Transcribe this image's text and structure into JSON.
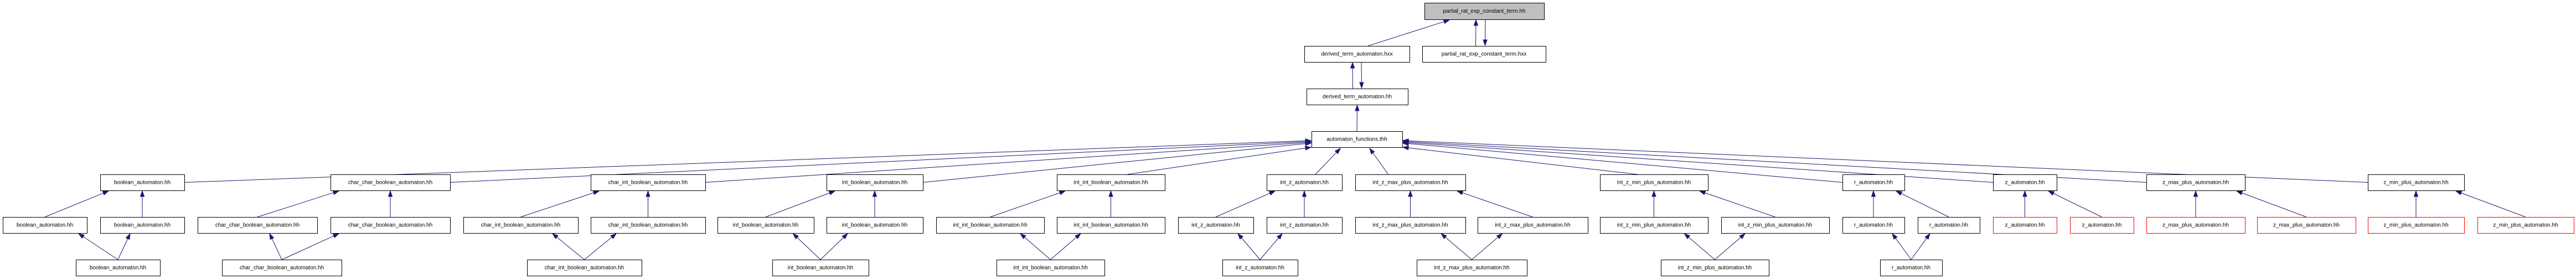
{
  "title": "partial_rat_exp_constant_term.hh include dependency graph",
  "colors": {
    "edge": "#191970",
    "root_fill": "#bfbfbf",
    "node_border": "#000000",
    "missing_border": "#ff0000"
  },
  "nodes": [
    {
      "id": "root",
      "label": "partial_rat_exp_constant_term.hh",
      "style": "root"
    },
    {
      "id": "dta_hxx",
      "label": "derived_term_automaton.hxx",
      "style": "normal"
    },
    {
      "id": "prect_hxx",
      "label": "partial_rat_exp_constant_term.hxx",
      "style": "normal"
    },
    {
      "id": "dta_hh",
      "label": "derived_term_automaton.hh",
      "style": "normal"
    },
    {
      "id": "af",
      "label": "automaton_functions.thh",
      "style": "normal"
    },
    {
      "id": "b1",
      "label": "boolean_automaton.hh",
      "style": "normal"
    },
    {
      "id": "b2a",
      "label": "boolean_automaton.hh",
      "style": "normal"
    },
    {
      "id": "b2b",
      "label": "boolean_automaton.hh",
      "style": "normal"
    },
    {
      "id": "b3",
      "label": "boolean_automaton.hh",
      "style": "normal"
    },
    {
      "id": "ccb1",
      "label": "char_char_boolean_automaton.hh",
      "style": "normal"
    },
    {
      "id": "ccb2a",
      "label": "char_char_boolean_automaton.hh",
      "style": "normal"
    },
    {
      "id": "ccb2b",
      "label": "char_char_boolean_automaton.hh",
      "style": "normal"
    },
    {
      "id": "ccb3",
      "label": "char_char_boolean_automaton.hh",
      "style": "normal"
    },
    {
      "id": "cib1",
      "label": "char_int_boolean_automaton.hh",
      "style": "normal"
    },
    {
      "id": "cib2a",
      "label": "char_int_boolean_automaton.hh",
      "style": "normal"
    },
    {
      "id": "cib2b",
      "label": "char_int_boolean_automaton.hh",
      "style": "normal"
    },
    {
      "id": "cib3",
      "label": "char_int_boolean_automaton.hh",
      "style": "normal"
    },
    {
      "id": "ib1",
      "label": "int_boolean_automaton.hh",
      "style": "normal"
    },
    {
      "id": "ib2a",
      "label": "int_boolean_automaton.hh",
      "style": "normal"
    },
    {
      "id": "ib2b",
      "label": "int_boolean_automaton.hh",
      "style": "normal"
    },
    {
      "id": "ib3",
      "label": "int_boolean_automaton.hh",
      "style": "normal"
    },
    {
      "id": "iib1",
      "label": "int_int_boolean_automaton.hh",
      "style": "normal"
    },
    {
      "id": "iib2a",
      "label": "int_int_boolean_automaton.hh",
      "style": "normal"
    },
    {
      "id": "iib2b",
      "label": "int_int_boolean_automaton.hh",
      "style": "normal"
    },
    {
      "id": "iib3",
      "label": "int_int_boolean_automaton.hh",
      "style": "normal"
    },
    {
      "id": "iz1",
      "label": "int_z_automaton.hh",
      "style": "normal"
    },
    {
      "id": "iz2a",
      "label": "int_z_automaton.hh",
      "style": "normal"
    },
    {
      "id": "iz2b",
      "label": "int_z_automaton.hh",
      "style": "normal"
    },
    {
      "id": "iz3",
      "label": "int_z_automaton.hh",
      "style": "normal"
    },
    {
      "id": "izmax1",
      "label": "int_z_max_plus_automaton.hh",
      "style": "normal"
    },
    {
      "id": "izmax2a",
      "label": "int_z_max_plus_automaton.hh",
      "style": "normal"
    },
    {
      "id": "izmax2b",
      "label": "int_z_max_plus_automaton.hh",
      "style": "normal"
    },
    {
      "id": "izmax3",
      "label": "int_z_max_plus_automaton.hh",
      "style": "normal"
    },
    {
      "id": "izmin1",
      "label": "int_z_min_plus_automaton.hh",
      "style": "normal"
    },
    {
      "id": "izmin2a",
      "label": "int_z_min_plus_automaton.hh",
      "style": "normal"
    },
    {
      "id": "izmin2b",
      "label": "int_z_min_plus_automaton.hh",
      "style": "normal"
    },
    {
      "id": "izmin3",
      "label": "int_z_min_plus_automaton.hh",
      "style": "normal"
    },
    {
      "id": "r1",
      "label": "r_automaton.hh",
      "style": "normal"
    },
    {
      "id": "r2a",
      "label": "r_automaton.hh",
      "style": "normal"
    },
    {
      "id": "r2b",
      "label": "r_automaton.hh",
      "style": "normal"
    },
    {
      "id": "r3",
      "label": "r_automaton.hh",
      "style": "normal"
    },
    {
      "id": "z1",
      "label": "z_automaton.hh",
      "style": "normal"
    },
    {
      "id": "z2a",
      "label": "z_automaton.hh",
      "style": "missing"
    },
    {
      "id": "z2b",
      "label": "z_automaton.hh",
      "style": "missing"
    },
    {
      "id": "zmax1",
      "label": "z_max_plus_automaton.hh",
      "style": "normal"
    },
    {
      "id": "zmax2a",
      "label": "z_max_plus_automaton.hh",
      "style": "missing"
    },
    {
      "id": "zmax2b",
      "label": "z_max_plus_automaton.hh",
      "style": "missing"
    },
    {
      "id": "zmin1",
      "label": "z_min_plus_automaton.hh",
      "style": "normal"
    },
    {
      "id": "zmin2a",
      "label": "z_min_plus_automaton.hh",
      "style": "missing"
    },
    {
      "id": "zmin2b",
      "label": "z_min_plus_automaton.hh",
      "style": "missing"
    }
  ],
  "edges": [
    {
      "from": "dta_hxx",
      "to": "root"
    },
    {
      "from": "prect_hxx",
      "to": "root"
    },
    {
      "from": "root",
      "to": "prect_hxx"
    },
    {
      "from": "dta_hh",
      "to": "dta_hxx"
    },
    {
      "from": "dta_hxx",
      "to": "dta_hh"
    },
    {
      "from": "af",
      "to": "dta_hh"
    },
    {
      "from": "b1",
      "to": "af"
    },
    {
      "from": "ccb1",
      "to": "af"
    },
    {
      "from": "cib1",
      "to": "af"
    },
    {
      "from": "ib1",
      "to": "af"
    },
    {
      "from": "iib1",
      "to": "af"
    },
    {
      "from": "iz1",
      "to": "af"
    },
    {
      "from": "izmax1",
      "to": "af"
    },
    {
      "from": "izmin1",
      "to": "af"
    },
    {
      "from": "r1",
      "to": "af"
    },
    {
      "from": "z1",
      "to": "af"
    },
    {
      "from": "zmax1",
      "to": "af"
    },
    {
      "from": "zmin1",
      "to": "af"
    },
    {
      "from": "b2a",
      "to": "b1"
    },
    {
      "from": "b2b",
      "to": "b1"
    },
    {
      "from": "b3",
      "to": "b2a"
    },
    {
      "from": "b3",
      "to": "b2b"
    },
    {
      "from": "ccb2a",
      "to": "ccb1"
    },
    {
      "from": "ccb2b",
      "to": "ccb1"
    },
    {
      "from": "ccb3",
      "to": "ccb2a"
    },
    {
      "from": "ccb3",
      "to": "ccb2b"
    },
    {
      "from": "cib2a",
      "to": "cib1"
    },
    {
      "from": "cib2b",
      "to": "cib1"
    },
    {
      "from": "cib3",
      "to": "cib2a"
    },
    {
      "from": "cib3",
      "to": "cib2b"
    },
    {
      "from": "ib2a",
      "to": "ib1"
    },
    {
      "from": "ib2b",
      "to": "ib1"
    },
    {
      "from": "ib3",
      "to": "ib2a"
    },
    {
      "from": "ib3",
      "to": "ib2b"
    },
    {
      "from": "iib2a",
      "to": "iib1"
    },
    {
      "from": "iib2b",
      "to": "iib1"
    },
    {
      "from": "iib3",
      "to": "iib2a"
    },
    {
      "from": "iib3",
      "to": "iib2b"
    },
    {
      "from": "iz2a",
      "to": "iz1"
    },
    {
      "from": "iz2b",
      "to": "iz1"
    },
    {
      "from": "iz3",
      "to": "iz2a"
    },
    {
      "from": "iz3",
      "to": "iz2b"
    },
    {
      "from": "izmax2a",
      "to": "izmax1"
    },
    {
      "from": "izmax2b",
      "to": "izmax1"
    },
    {
      "from": "izmax3",
      "to": "izmax2a"
    },
    {
      "from": "izmax3",
      "to": "izmax2b"
    },
    {
      "from": "izmin2a",
      "to": "izmin1"
    },
    {
      "from": "izmin2b",
      "to": "izmin1"
    },
    {
      "from": "izmin3",
      "to": "izmin2a"
    },
    {
      "from": "izmin3",
      "to": "izmin2b"
    },
    {
      "from": "r2a",
      "to": "r1"
    },
    {
      "from": "r2b",
      "to": "r1"
    },
    {
      "from": "r3",
      "to": "r2a"
    },
    {
      "from": "r3",
      "to": "r2b"
    },
    {
      "from": "z2a",
      "to": "z1"
    },
    {
      "from": "z2b",
      "to": "z1"
    },
    {
      "from": "zmax2a",
      "to": "zmax1"
    },
    {
      "from": "zmax2b",
      "to": "zmax1"
    },
    {
      "from": "zmin2a",
      "to": "zmin1"
    },
    {
      "from": "zmin2b",
      "to": "zmin1"
    }
  ]
}
